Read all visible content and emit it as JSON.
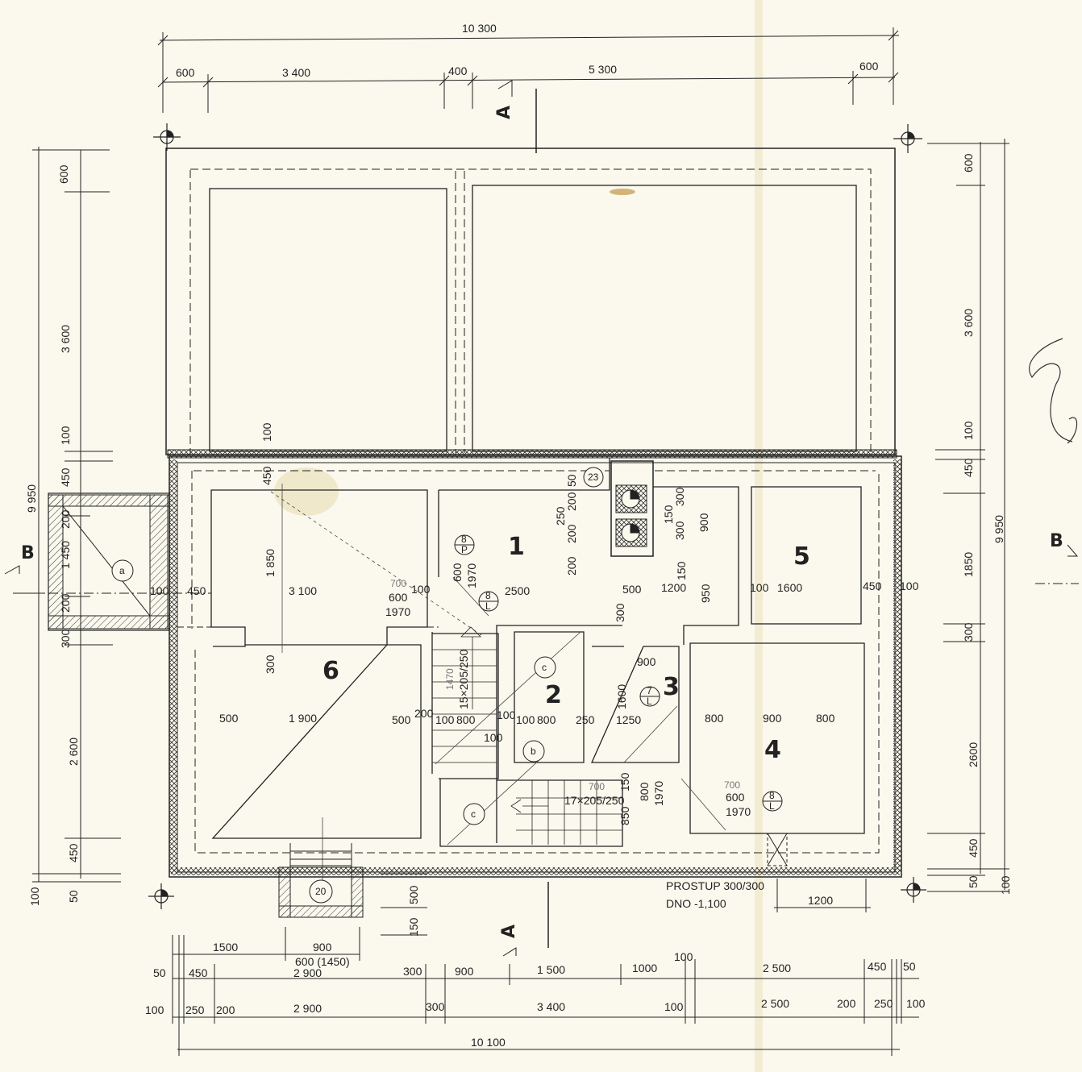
{
  "colors": {
    "paper": "#fbf9ee",
    "ink": "#222222",
    "hatch": "#444444",
    "fold": "#e8e0bf",
    "stain": "#d9b77a"
  },
  "top_dims": {
    "total": "10 300",
    "seg1": "600",
    "seg2": "3 400",
    "seg3": "400",
    "seg4": "5 300",
    "seg5": "600"
  },
  "left_dims": {
    "total": "9 950",
    "a": "600",
    "b": "3 600",
    "c": "100",
    "d": "450",
    "e": "200",
    "f": "1 450",
    "g": "200",
    "h": "300",
    "i": "2 600",
    "j": "450",
    "k": "50",
    "l": "100"
  },
  "right_dims": {
    "total": "9 950",
    "a": "600",
    "b": "3 600",
    "c": "100",
    "d": "450",
    "e": "1850",
    "f": "300",
    "g": "2600",
    "h": "450",
    "i": "50",
    "j": "100"
  },
  "bottom_dims": {
    "r1": {
      "a": "1500",
      "b": "900",
      "c": "600 (1450)"
    },
    "r2": {
      "a": "50",
      "b": "450",
      "c": "2 900",
      "d": "300",
      "e": "900",
      "f": "1 500",
      "g": "1000",
      "h": "100",
      "i": "2 500",
      "j": "450",
      "k": "50"
    },
    "r3": {
      "a": "100",
      "b": "250",
      "c": "200",
      "d": "2 900",
      "e": "300",
      "f": "3 400",
      "g": "100",
      "h": "2 500",
      "i": "200",
      "j": "250",
      "k": "100"
    },
    "total": "10 100"
  },
  "rooms": {
    "r1": "1",
    "r2": "2",
    "r3": "3",
    "r4": "4",
    "r5": "5",
    "r6": "6"
  },
  "sections": {
    "a_top": "A",
    "a_bottom": "A",
    "b_left": "B",
    "b_right": "B"
  },
  "inner_dims": {
    "w100a": "100",
    "w450a": "450",
    "w3100": "3 100",
    "w100b": "100",
    "w1850": "1 850",
    "w300a": "300",
    "w100v": "100",
    "w450v": "450",
    "w500a": "500",
    "w1900": "1 900",
    "w500b": "500",
    "w200": "200",
    "w100c": "100",
    "w800a": "800",
    "w100d": "100",
    "w100e": "100",
    "w800b": "800",
    "w250a": "250",
    "w100f": "100",
    "d600": "600",
    "d1970a": "1970",
    "d600b": "600",
    "d1970b": "1970",
    "d2500": "2500",
    "d500": "500",
    "d1200": "1200",
    "d300": "300",
    "d950": "950",
    "d150a": "150",
    "d300b": "300",
    "d300c": "300",
    "d150b": "150",
    "d900v": "900",
    "d100g": "100",
    "d1600": "1600",
    "d450b": "450",
    "d100h": "100",
    "d900h": "900",
    "d1600v": "1600",
    "d1250": "1250",
    "d800c": "800",
    "d900b": "900",
    "d800d": "800",
    "d800v": "800",
    "d1970c": "1970",
    "d600c": "600",
    "d1970d": "1970",
    "d150c": "150",
    "d850": "850",
    "d50a": "50",
    "d200a": "200",
    "d250b": "250",
    "d200b": "200",
    "d200c": "200",
    "stairs1": "15×205/250",
    "stairs2": "17×205/250",
    "pen1": "700",
    "pen2": "700",
    "pen3": "700",
    "pen4": "1470"
  },
  "tags": {
    "t8p_top": "8",
    "t8p_bot": "P",
    "t8l_top": "8",
    "t8l_bot": "L",
    "t7_top": "7",
    "t7_bot": "L",
    "t8l2_top": "8",
    "t8l2_bot": "L",
    "t23": "23",
    "ta": "a",
    "tb": "b",
    "tc1": "c",
    "tc2": "c",
    "t20": "20"
  },
  "notes": {
    "prostup": "PROSTUP 300/300",
    "dno": "DNO -1,100",
    "d1200": "1200",
    "d500s": "500",
    "d150s": "150"
  }
}
